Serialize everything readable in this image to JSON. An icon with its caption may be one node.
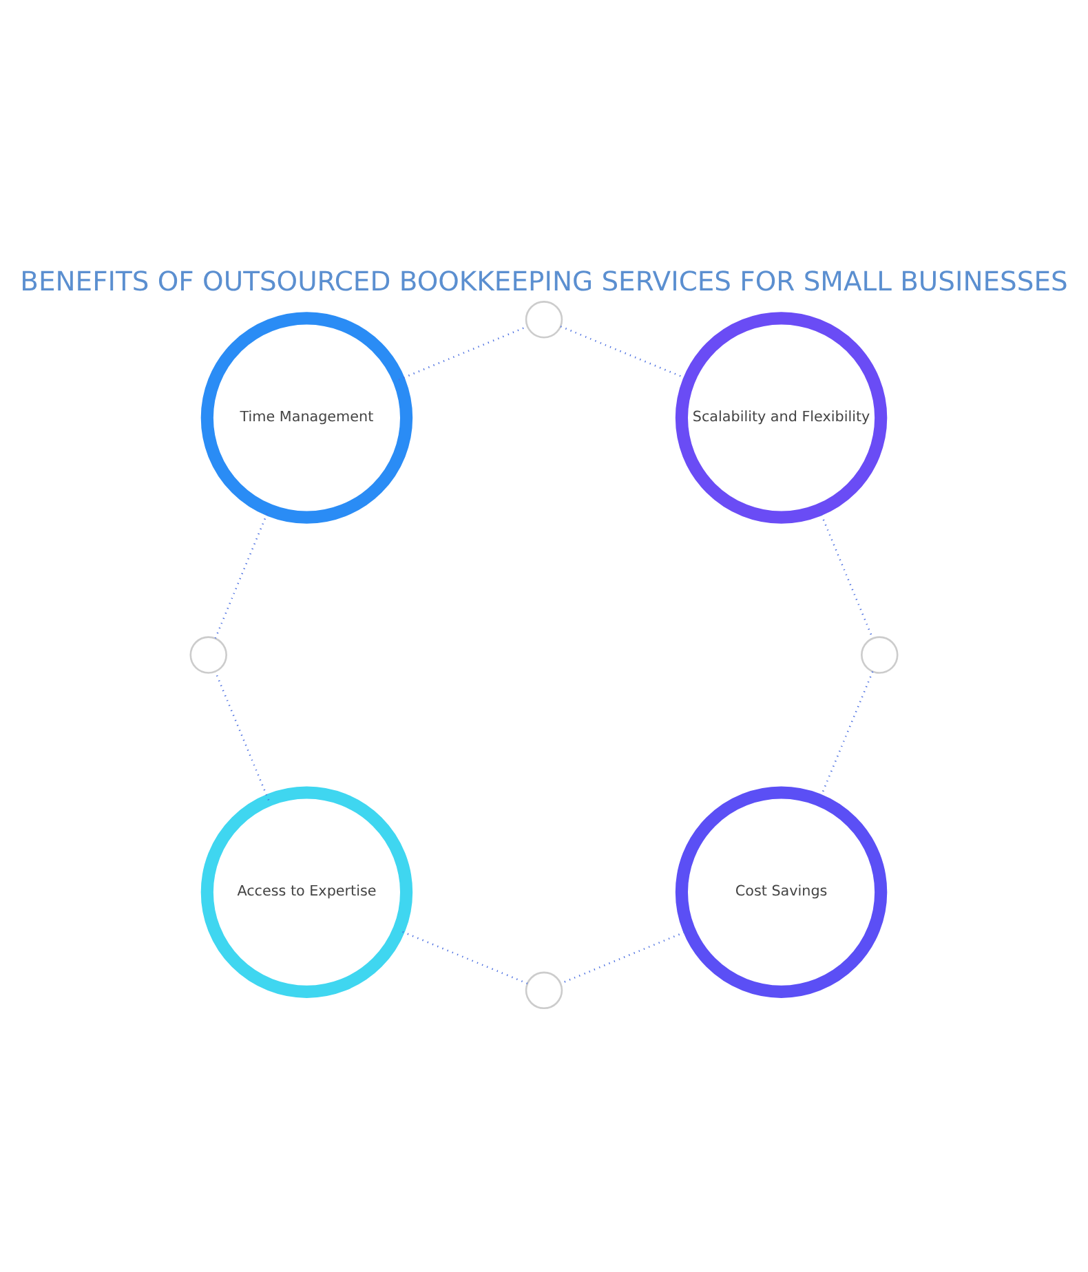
{
  "diagram": {
    "title": "BENEFITS OF OUTSOURCED BOOKKEEPING SERVICES FOR SMALL BUSINESSES",
    "nodes": [
      {
        "text": [
          "Cost Savings"
        ]
      },
      {
        "text": [
          "Access to Expertise"
        ]
      },
      {
        "text": [
          "Time Management"
        ]
      },
      {
        "text": [
          "Scalability and Flexibility"
        ]
      },
      {
        "text": [],
        "shape": "circle"
      },
      {
        "text": [],
        "shape": "circle"
      },
      {
        "text": [],
        "shape": "circle"
      },
      {
        "text": [],
        "shape": "circle"
      }
    ],
    "edges": [
      {
        "from": 0,
        "to": 5,
        "arrow": "none"
      },
      {
        "from": 5,
        "to": 1,
        "arrow": "none"
      },
      {
        "from": 1,
        "to": 7,
        "arrow": "none"
      },
      {
        "from": 7,
        "to": 2,
        "arrow": "none"
      },
      {
        "from": 2,
        "to": 6,
        "arrow": "none"
      },
      {
        "from": 6,
        "to": 3,
        "arrow": "none"
      },
      {
        "from": 3,
        "to": 4,
        "arrow": "none"
      },
      {
        "from": 4,
        "to": 0,
        "arrow": "none"
      }
    ]
  }
}
